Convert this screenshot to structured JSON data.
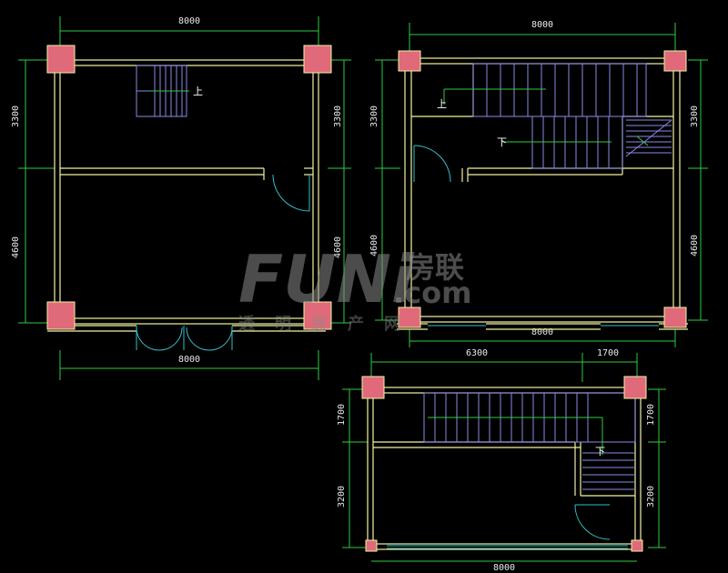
{
  "plan_a": {
    "dim_top": "8000",
    "dim_bottom": "8000",
    "dim_left_upper": "3300",
    "dim_left_lower": "4600",
    "dim_right_upper": "3300",
    "dim_right_lower": "4600",
    "stair_label": "上"
  },
  "plan_b": {
    "dim_top": "8000",
    "dim_bottom": "8000",
    "dim_left_upper": "3300",
    "dim_left_lower": "4600",
    "dim_right_upper": "3300",
    "dim_right_lower": "4600",
    "stair_label_up": "上",
    "stair_label_down": "下"
  },
  "plan_c": {
    "dim_top_left": "6300",
    "dim_top_right": "1700",
    "dim_bottom": "8000",
    "dim_left_upper": "1700",
    "dim_left_lower": "3200",
    "dim_right_upper": "1700",
    "dim_right_lower": "3200",
    "stair_label": "下"
  },
  "watermark": {
    "logo": "FUNi",
    "brand": "房联",
    "domain": ".com",
    "tagline": "透明房产网"
  },
  "colors": {
    "background": "#000000",
    "wall": "#f2f2a0",
    "column": "#e06a7a",
    "dimension": "#2ecc40",
    "stair": "#8a8ae6",
    "door": "#35c0c8",
    "arrow": "#2ecc40",
    "text": "#ffffff"
  }
}
